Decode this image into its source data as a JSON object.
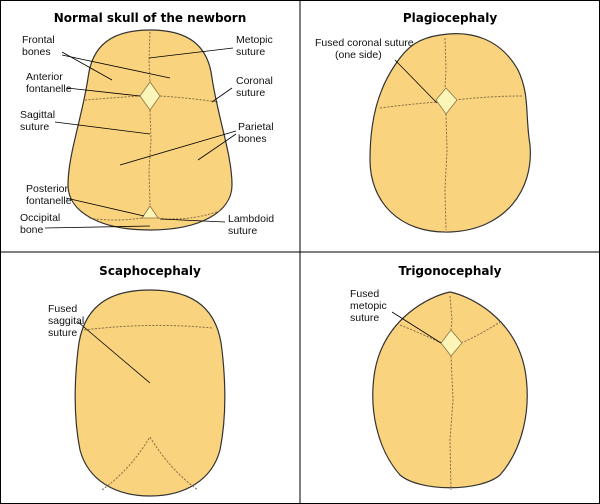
{
  "colors": {
    "skull": "#FAD37E",
    "fontanelle": "#FBF5B8",
    "outline": "#333333",
    "frame": "#000000"
  },
  "panels": {
    "normal": {
      "title": "Normal skull of the newborn",
      "labels": {
        "frontal": [
          "Frontal",
          "bones"
        ],
        "metopic": [
          "Metopic",
          "suture"
        ],
        "anterior": [
          "Anterior",
          "fontanelle"
        ],
        "coronal": [
          "Coronal",
          "suture"
        ],
        "sagittal": [
          "Sagittal",
          "suture"
        ],
        "parietal": [
          "Parietal",
          "bones"
        ],
        "posterior": [
          "Posterior",
          "fontanelle"
        ],
        "occipital": [
          "Occipital",
          "bone"
        ],
        "lambdoid": [
          "Lambdoid",
          "suture"
        ]
      }
    },
    "plagio": {
      "title": "Plagiocephaly",
      "labels": {
        "fused": [
          "Fused coronal suture",
          "(one side)"
        ]
      }
    },
    "scapho": {
      "title": "Scaphocephaly",
      "labels": {
        "fused": [
          "Fused",
          "saggital",
          "suture"
        ]
      }
    },
    "trigono": {
      "title": "Trigonocephaly",
      "labels": {
        "fused": [
          "Fused",
          "metopic",
          "suture"
        ]
      }
    }
  }
}
